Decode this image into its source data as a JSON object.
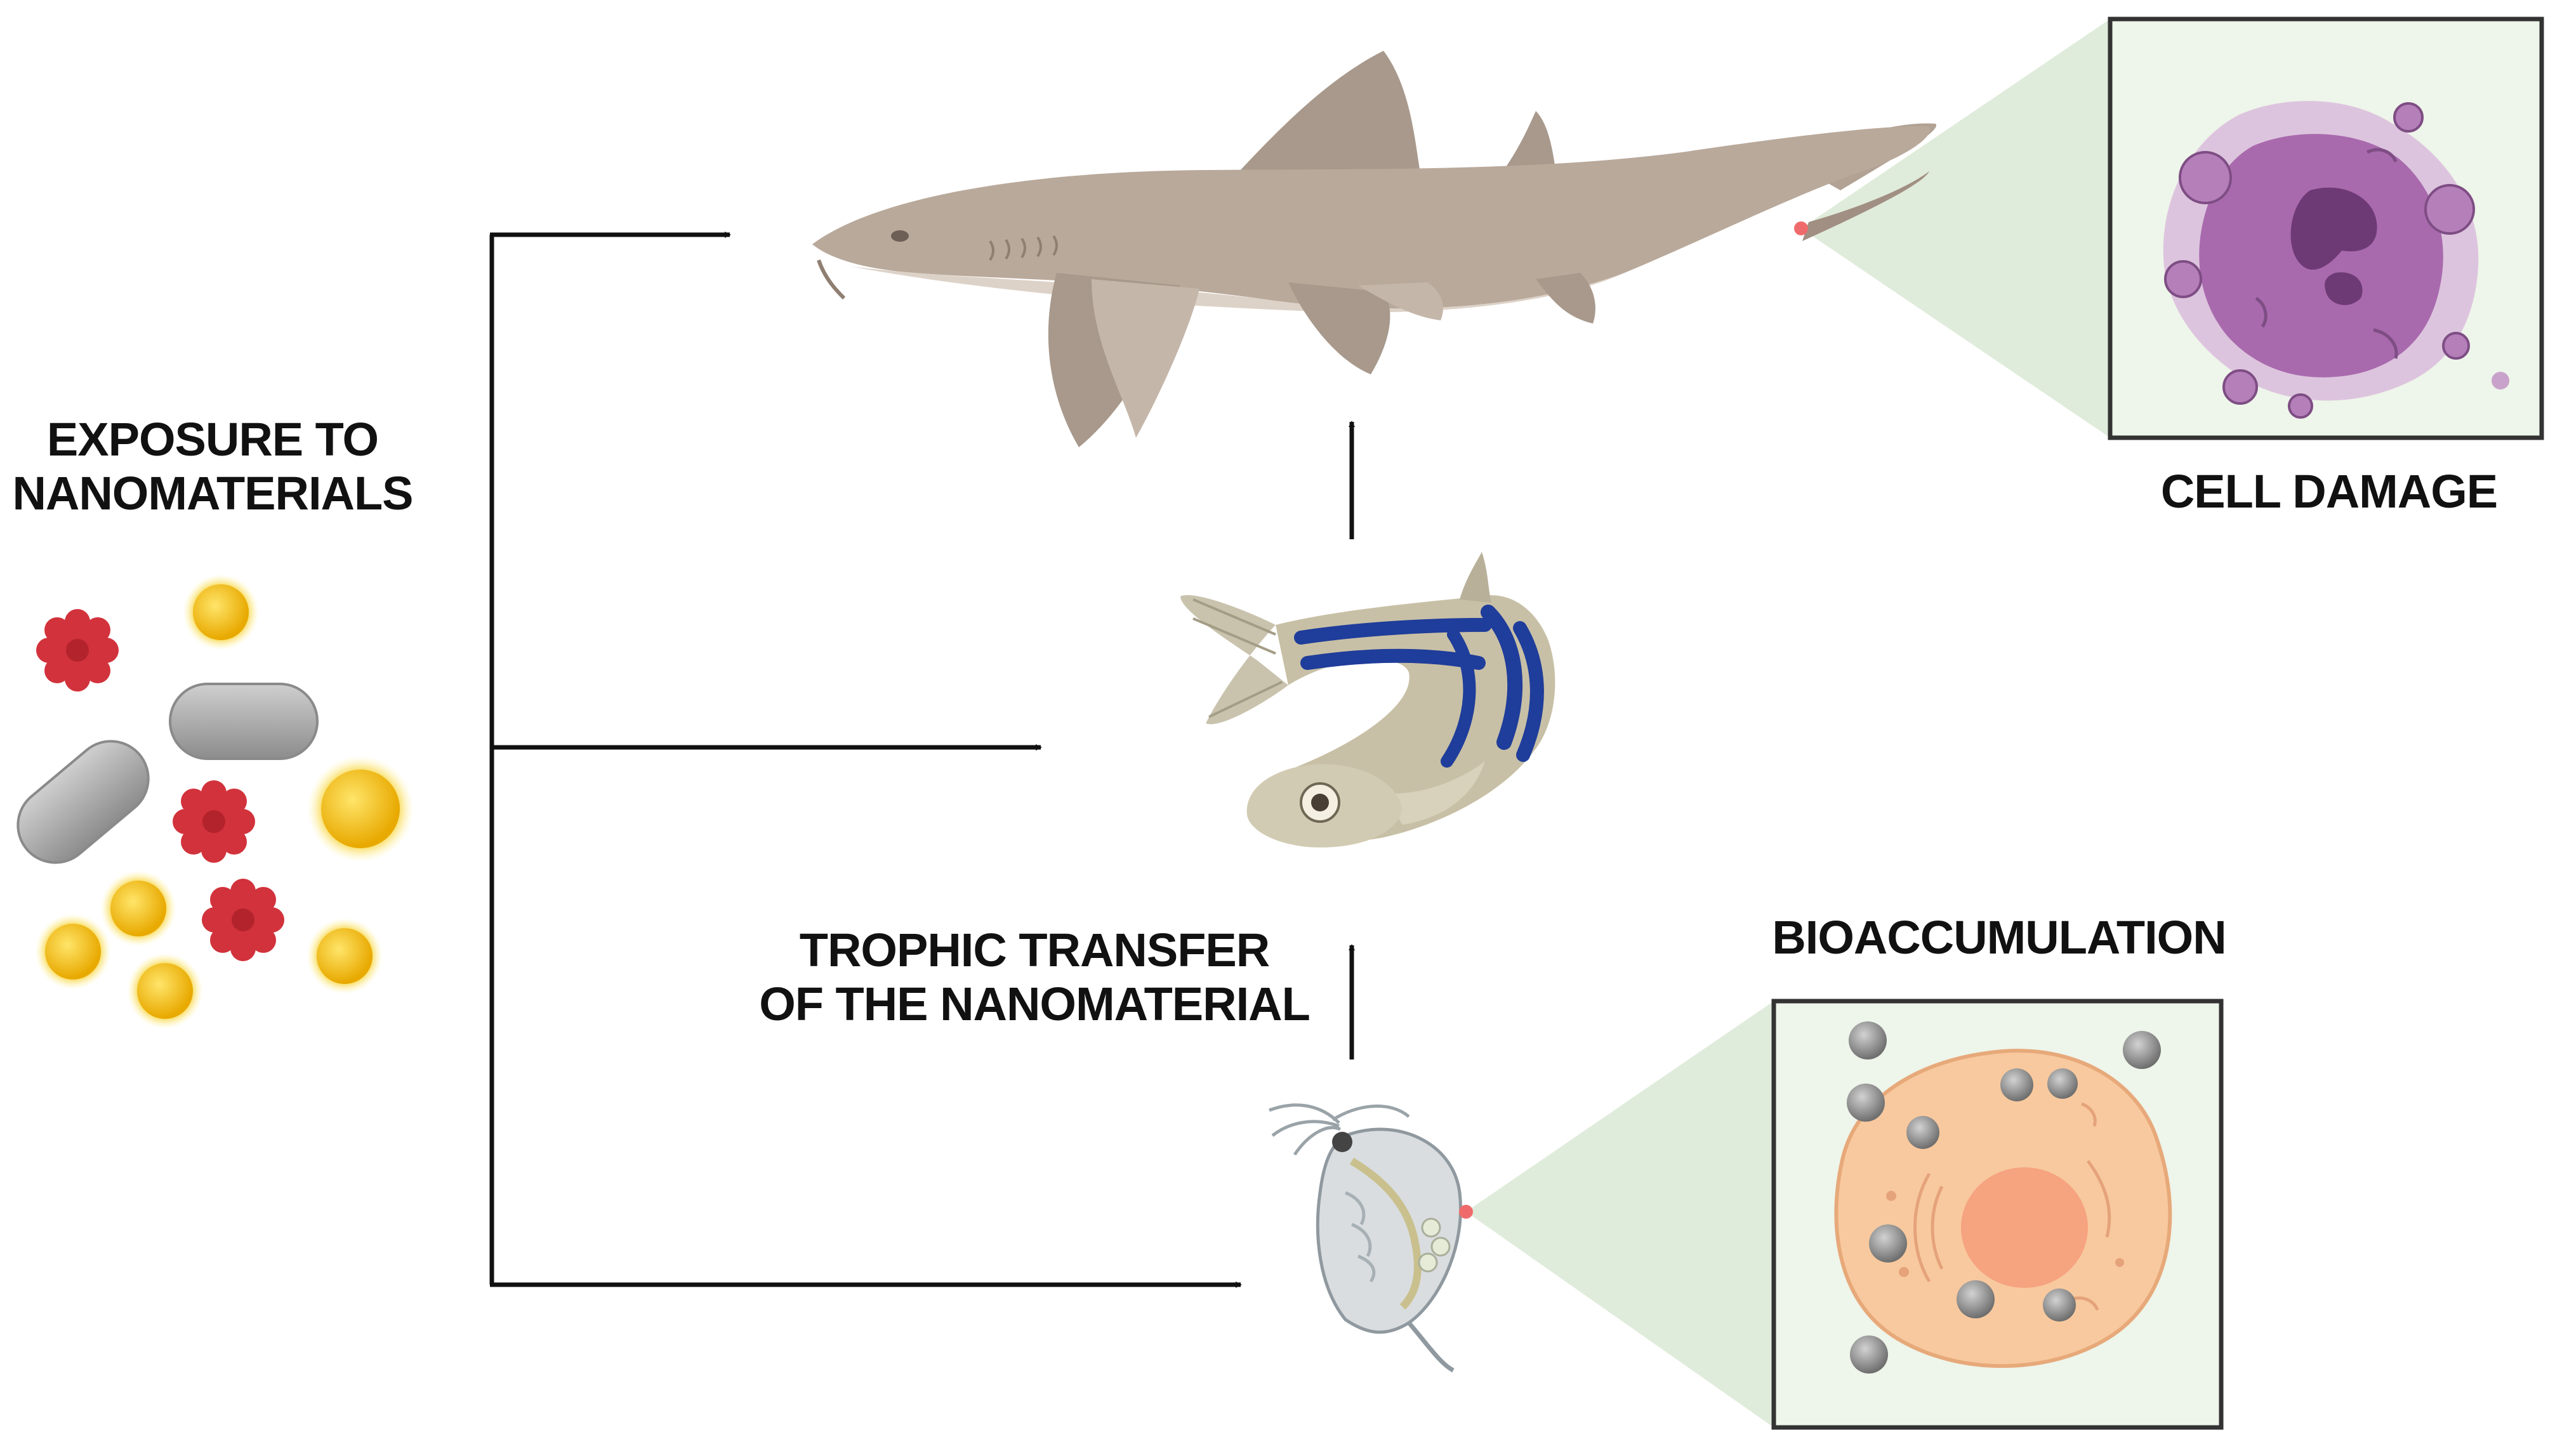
{
  "labels": {
    "exposure": [
      "EXPOSURE TO",
      "NANOMATERIALS"
    ],
    "trophic": [
      "TROPHIC TRANSFER",
      "OF THE NANOMATERIAL"
    ],
    "cell_damage": "CELL DAMAGE",
    "bioaccumulation": "BIOACCUMULATION"
  },
  "colors": {
    "arrow": "#111111",
    "shark": "#b9a99b",
    "shark_belly": "#ddd2c7",
    "zebrafish_body": "#c8c0a6",
    "zebrafish_stripe": "#1f3d9a",
    "daphnia": "#d9dde0",
    "damaged_cell": "#a86aad",
    "healthy_cell": "#f8c99e",
    "nucleus": "#f6a37f",
    "panel_bg": "#eef5ea",
    "spotlight": "#dbe9d5",
    "nanoparticle_gold": "#f5c400",
    "nanoparticle_red": "#d2323c",
    "nanorod_gray": "#aaaaaa",
    "accumulated_particle": "#8e8e8e",
    "marker_dot": "#ef6b6b"
  },
  "icons": {
    "shark": "shark-icon",
    "zebrafish": "zebrafish-icon",
    "daphnia": "daphnia-icon",
    "damaged_cell": "damaged-cell-icon",
    "healthy_cell": "cell-with-nanoparticles-icon"
  }
}
